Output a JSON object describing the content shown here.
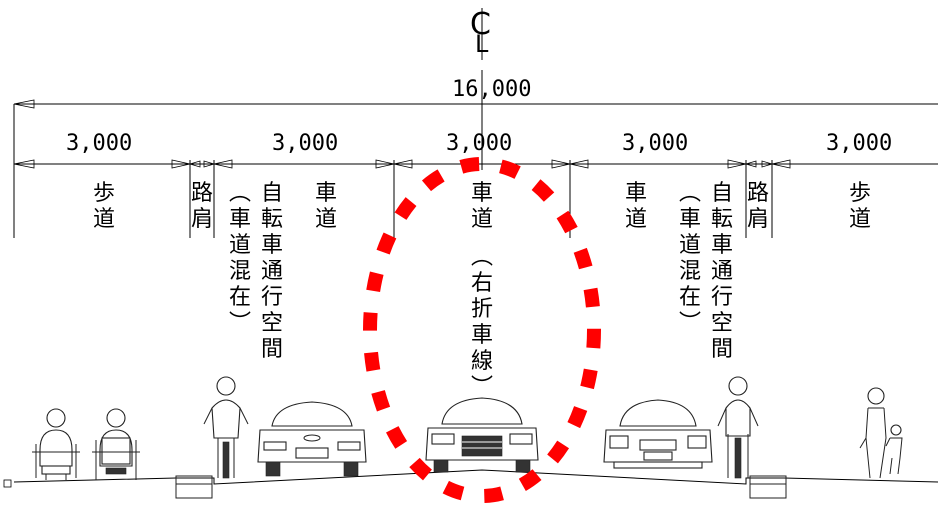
{
  "centerline": {
    "symbol": "CL"
  },
  "total_width": {
    "label": "16,000"
  },
  "segments": [
    {
      "width": "3,000"
    },
    {
      "width": "3,000"
    },
    {
      "width": "3,000"
    },
    {
      "width": "3,000"
    },
    {
      "width": "3,000"
    }
  ],
  "lane_labels": {
    "sidewalk_left": "歩道",
    "shoulder_left": "路肩",
    "bike_left": "自転車通行空間",
    "bike_left_note": "（車道混在）",
    "roadway_left": "車道",
    "roadway_center": "車道",
    "roadway_center_note": "（右折車線）",
    "roadway_right": "車道",
    "bike_right_note": "（車道混在）",
    "bike_right": "自転車通行空間",
    "shoulder_right": "路肩",
    "sidewalk_right": "歩道"
  },
  "highlight": {
    "color": "#ff0000",
    "style": "dashed-ellipse"
  },
  "icons": [
    "wheelchair-user-front-icon",
    "wheelchair-user-back-icon",
    "cyclist-left-icon",
    "car-rear-icon",
    "car-front-center-icon",
    "car-front-right-icon",
    "cyclist-right-icon",
    "pedestrians-parent-child-icon"
  ]
}
